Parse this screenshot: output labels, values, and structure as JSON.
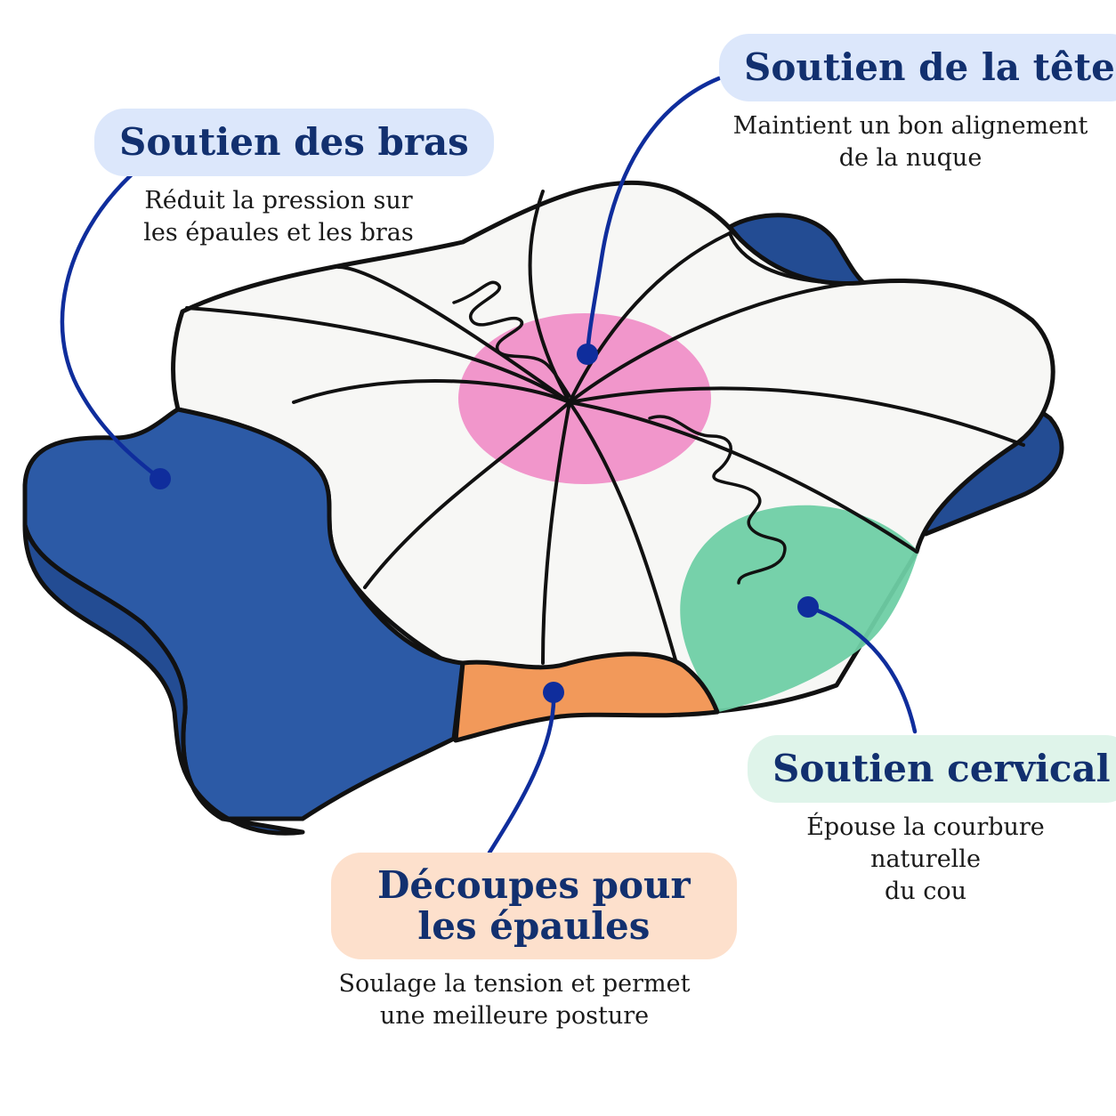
{
  "colors": {
    "head_zone": "#f08bc6",
    "cervical_zone": "#6fcfa5",
    "shoulder_zone": "#f2995a",
    "arm_zone": "#2c5aa6",
    "arm_side": "#234c93",
    "pillow_top": "#f7f7f5",
    "outline": "#111111",
    "leader": "#0f2d9c",
    "title_text": "#12306f",
    "pill_head_bg": "#dce7fb",
    "pill_arms_bg": "#dce7fb",
    "pill_cervical_bg": "#dff4ea",
    "pill_shoulders_bg": "#fde0cc"
  },
  "callouts": {
    "head": {
      "title": "Soutien de la tête",
      "desc_line1": "Maintient un bon alignement",
      "desc_line2": "de la nuque"
    },
    "arms": {
      "title": "Soutien des bras",
      "desc_line1": "Réduit la pression sur",
      "desc_line2": "les épaules et les bras"
    },
    "cervical": {
      "title": "Soutien cervical",
      "desc_line1": "Épouse la courbure naturelle",
      "desc_line2": "du cou"
    },
    "shoulders": {
      "title_line1": "Découpes pour",
      "title_line2": "les épaules",
      "desc_line1": "Soulage la tension et permet",
      "desc_line2": "une meilleure posture"
    }
  }
}
